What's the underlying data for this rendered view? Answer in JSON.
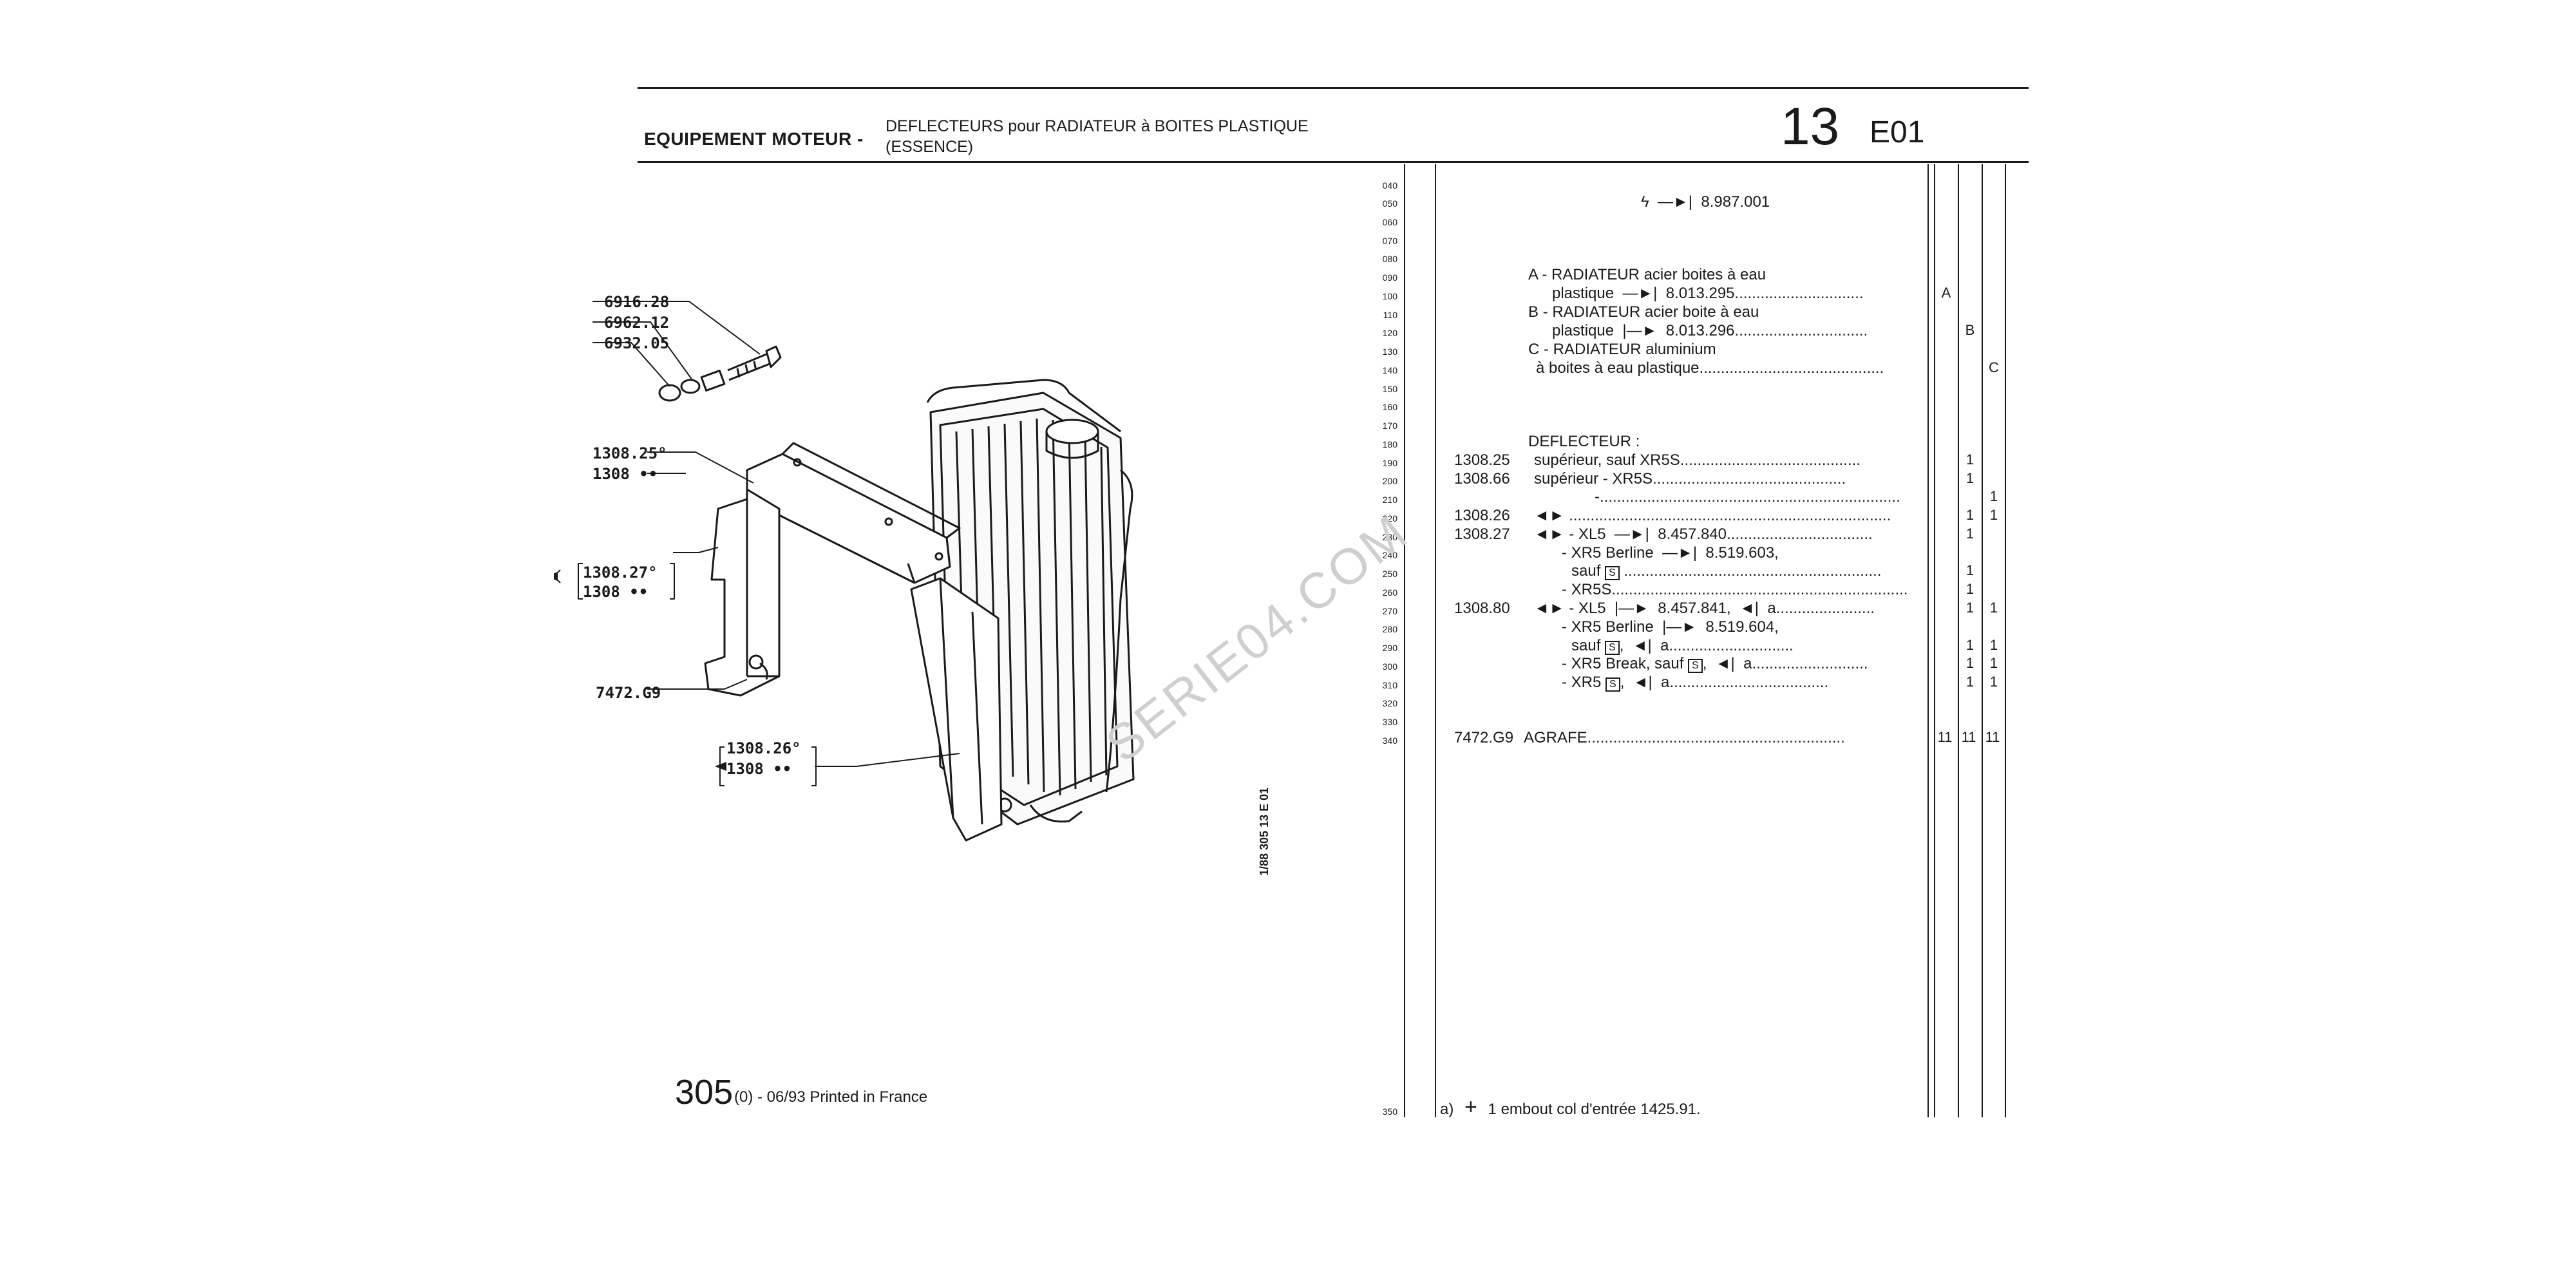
{
  "header": {
    "section": "EQUIPEMENT MOTEUR -",
    "title_line1": "DEFLECTEURS pour RADIATEUR à BOITES PLASTIQUE",
    "title_line2": "(ESSENCE)",
    "group_number": "13",
    "group_code": "E01"
  },
  "diagram": {
    "callouts": [
      "6916.28",
      "6962.12",
      "6932.05",
      "1308.25°",
      "1308 ••",
      "1308.27°",
      "1308 ••",
      "7472.G9",
      "1308.26°",
      "1308 ••"
    ],
    "watermark": "SERIE04.COM",
    "side_reference": "1/88  305  13 E 01"
  },
  "line_numbers": [
    "040",
    "050",
    "060",
    "070",
    "080",
    "090",
    "100",
    "110",
    "120",
    "130",
    "140",
    "150",
    "160",
    "170",
    "180",
    "190",
    "200",
    "210",
    "220",
    "230",
    "240",
    "250",
    "260",
    "270",
    "280",
    "290",
    "300",
    "310",
    "320",
    "330",
    "340",
    "350"
  ],
  "rows": {
    "r050": "8.987.001",
    "r090": "A - RADIATEUR acier boites à eau",
    "r100": "plastique",
    "r100_num": "8.013.295..............................",
    "r110": "B - RADIATEUR acier boite à eau",
    "r120": "plastique",
    "r120_num": "8.013.296...............................",
    "r130": "C - RADIATEUR aluminium",
    "r140": "à boites à eau plastique...........................................",
    "r180": "DEFLECTEUR :",
    "r190_ref": "1308.25",
    "r190": "supérieur, sauf XR5S..........................................",
    "r200_ref": "1308.66",
    "r200": "supérieur - XR5S.............................................",
    "r210": "-......................................................................",
    "r220_ref": "1308.26",
    "r220": "...........................................................................",
    "r230_ref": "1308.27",
    "r230": "- XL5",
    "r230_num": "8.457.840..................................",
    "r240": "- XR5 Berline",
    "r240_num": "8.519.603,",
    "r250_a": "sauf",
    "r250_b": "............................................................",
    "r260": "- XR5S.....................................................................",
    "r270_ref": "1308.80",
    "r270": "- XL5",
    "r270_num": "8.457.841,",
    "r270_end": "a.......................",
    "r280": "- XR5 Berline",
    "r280_num": "8.519.604,",
    "r290_a": "sauf",
    "r290_b": ",",
    "r290_c": "a.............................",
    "r300_a": "- XR5 Break, sauf",
    "r300_b": ",",
    "r300_c": "a...........................",
    "r310_a": "- XR5",
    "r310_b": ",",
    "r310_c": "a.....................................",
    "r340_ref": "7472.G9",
    "r340": "AGRAFE............................................................",
    "box_s": "S",
    "qty": {
      "A_100": "A",
      "B_120": "B",
      "C_140": "C",
      "q190b": "1",
      "q200b": "1",
      "q210c": "1",
      "q220b": "1",
      "q220c": "1",
      "q230b": "1",
      "q250b": "1",
      "q260b": "1",
      "q270b": "1",
      "q270c": "1",
      "q290b": "1",
      "q290c": "1",
      "q300b": "1",
      "q300c": "1",
      "q310b": "1",
      "q310c": "1",
      "q340a": "11",
      "q340b": "11",
      "q340c": "11"
    }
  },
  "footnote": {
    "marker": "a)",
    "symbol": "+",
    "text": "1 embout col d'entrée 1425.91."
  },
  "footer": {
    "page_number": "305",
    "info": "(0) - 06/93 Printed in France"
  }
}
